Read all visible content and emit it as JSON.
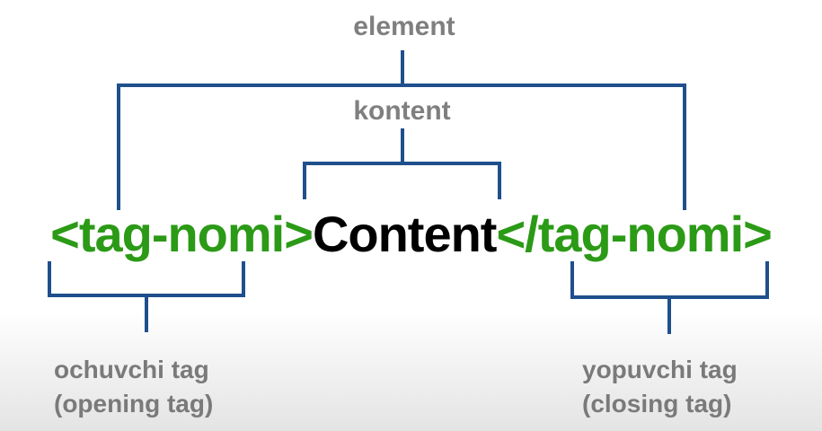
{
  "labels": {
    "element": "element",
    "kontent": "kontent"
  },
  "code": {
    "open_tag": "<tag-nomi>",
    "content": "Content",
    "close_tag": "</tag-nomi>"
  },
  "notes": {
    "opening_line1": "ochuvchi tag",
    "opening_line2": "(opening tag)",
    "closing_line1": "yopuvchi tag",
    "closing_line2": "(closing tag)"
  },
  "colors": {
    "tag": "#2b9a16",
    "content": "#000000",
    "label": "#7f7f7f",
    "bracket": "#1f4f8c"
  }
}
